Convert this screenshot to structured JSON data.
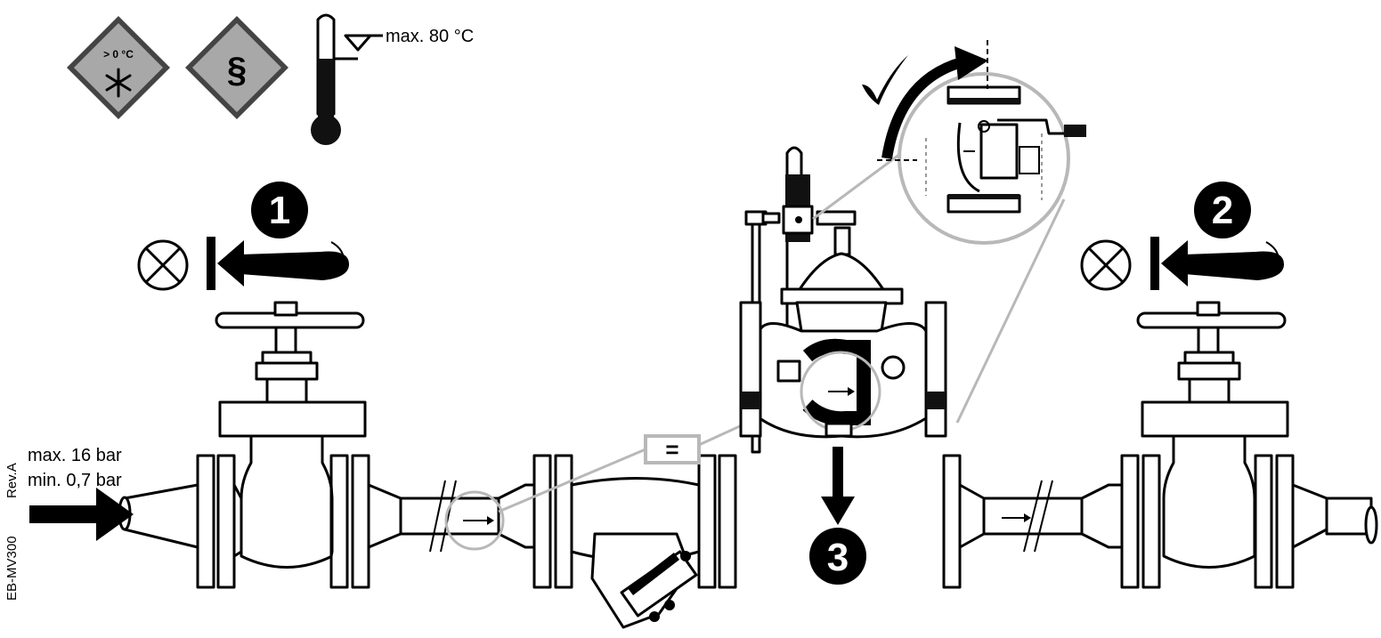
{
  "labels": {
    "temperature": "max. 80 °C",
    "frost_sign": "> 0 °C",
    "paragraph_sign": "§",
    "pressure_max": "max. 16 bar",
    "pressure_min": "min. 0,7 bar",
    "revision": "Rev.A",
    "document_code": "EB-MV300",
    "equal_sign": "=",
    "steps": [
      "1",
      "2",
      "3"
    ]
  },
  "colors": {
    "line": "#000000",
    "warning_sign_fill": "#a8a8a8",
    "callout_grey": "#b8b8b8"
  },
  "icons": {
    "closed_valve": "circled-x-icon",
    "close_direction": "rotate-arrow-icon",
    "check": "checkmark-icon",
    "flow": "flow-arrow-icon",
    "thermometer": "thermometer-icon",
    "frost": "snowflake-icon"
  }
}
